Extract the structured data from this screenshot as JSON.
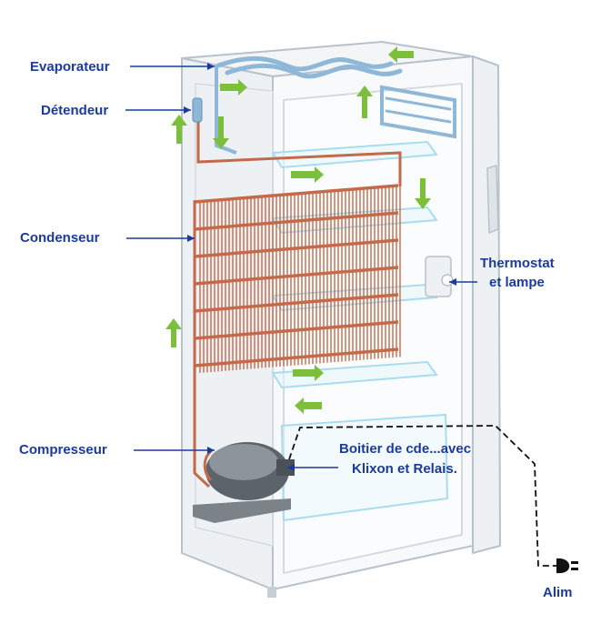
{
  "labels": {
    "evaporateur": "Evaporateur",
    "detendeur": "Détendeur",
    "condenseur": "Condenseur",
    "thermostat_line1": "Thermostat",
    "thermostat_line2": "et lampe",
    "compresseur": "Compresseur",
    "boitier_line1": "Boitier de cde...avec",
    "boitier_line2": "Klixon et Relais.",
    "alim": "Alim"
  },
  "colors": {
    "label_text": "#1a3a9c",
    "leader_line": "#1a3a9c",
    "flow_arrow": "#7cbf3a",
    "copper_pipe": "#c46a4a",
    "cold_pipe": "#8fb8d8",
    "cabinet_outline": "#b7c2cc",
    "shelf": "#a8dcef",
    "power_cord": "#111111"
  },
  "icons": [
    "flow-arrow-icon",
    "power-plug-icon",
    "compressor-icon",
    "thermostat-icon"
  ]
}
